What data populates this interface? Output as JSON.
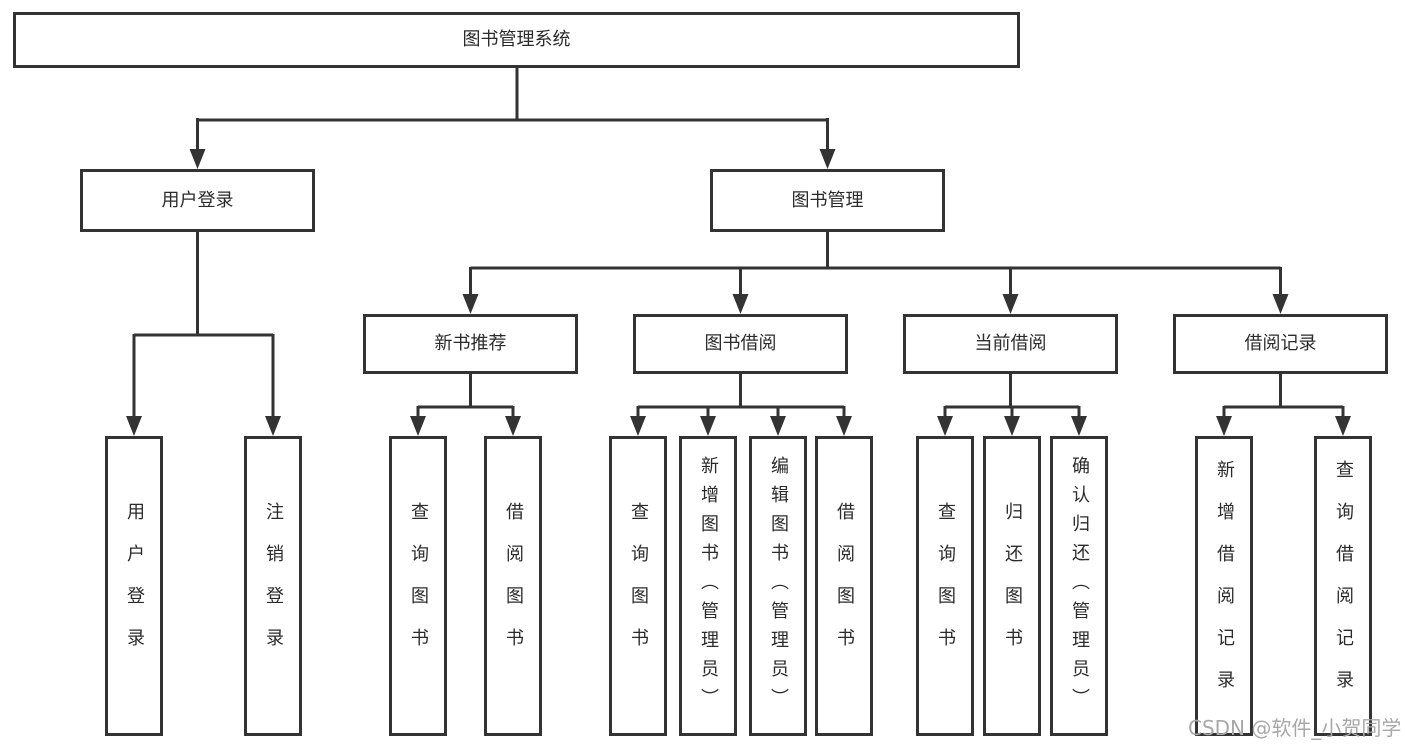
{
  "diagram": {
    "root": "图书管理系统",
    "user_login": {
      "label": "用户登录",
      "children": {
        "login": "用户登录",
        "logout": "注销登录"
      }
    },
    "book_mgmt": {
      "label": "图书管理",
      "new_book_rec": {
        "label": "新书推荐",
        "children": {
          "query_book": "查询图书",
          "borrow_book": "借阅图书"
        }
      },
      "book_borrow": {
        "label": "图书借阅",
        "children": {
          "query_book": "查询图书",
          "add_book": "新增图书（管理员）",
          "edit_book": "编辑图书（管理员）",
          "borrow_book": "借阅图书"
        }
      },
      "current_borrow": {
        "label": "当前借阅",
        "children": {
          "query_book": "查询图书",
          "return_book": "归还图书",
          "confirm_return": "确认归还（管理员）"
        }
      },
      "borrow_records": {
        "label": "借阅记录",
        "children": {
          "add_record": "新增借阅记录",
          "query_record": "查询借阅记录"
        }
      }
    }
  },
  "watermark": {
    "text": "CSDN @软件_小贺同学"
  },
  "colors": {
    "line": "#333333",
    "text": "#2b2b2b",
    "background": "#ffffff",
    "watermark": "#a8a8a8"
  }
}
